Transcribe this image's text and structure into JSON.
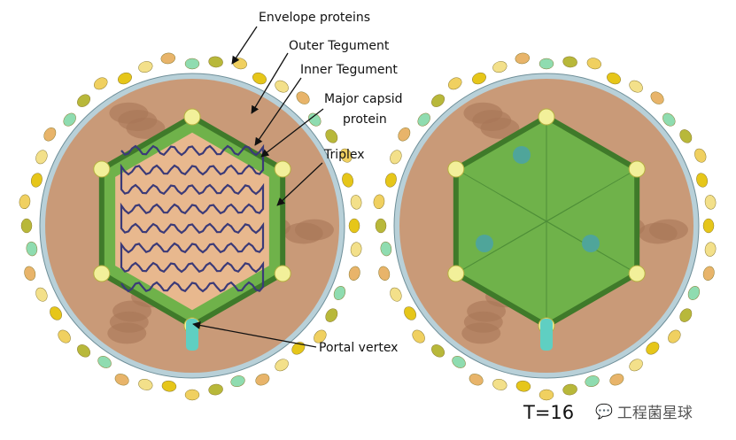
{
  "labels": {
    "envelope_proteins": "Envelope proteins",
    "outer_tegument": "Outer Tegument",
    "inner_tegument": "Inner Tegument",
    "major_capsid_line1": "Major capsid",
    "major_capsid_line2": "protein",
    "triplex": "Triplex",
    "portal_vertex": "Portal vertex"
  },
  "triangulation": "T=16",
  "watermark": "工程菌星球",
  "colors": {
    "tegument": "#c99a78",
    "tegument_dark": "#a87656",
    "membrane": "#b8d0d8",
    "capsid": "#6fb24a",
    "envelope_yellow": "#e6c619",
    "portal": "#5fcfc2",
    "dna": "#3b3a78"
  }
}
